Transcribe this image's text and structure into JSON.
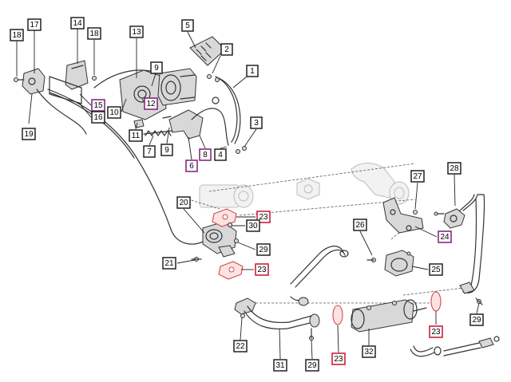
{
  "colors": {
    "label_default": "#222222",
    "label_highlight": "#c8102e",
    "label_alternate": "#7a1f7a"
  },
  "callouts": [
    {
      "id": "c18a",
      "text": "18",
      "variant": "default"
    },
    {
      "id": "c17",
      "text": "17",
      "variant": "default"
    },
    {
      "id": "c14",
      "text": "14",
      "variant": "default"
    },
    {
      "id": "c18b",
      "text": "18",
      "variant": "default"
    },
    {
      "id": "c13",
      "text": "13",
      "variant": "default"
    },
    {
      "id": "c5",
      "text": "5",
      "variant": "default"
    },
    {
      "id": "c2",
      "text": "2",
      "variant": "default"
    },
    {
      "id": "c1",
      "text": "1",
      "variant": "default"
    },
    {
      "id": "c9a",
      "text": "9",
      "variant": "default"
    },
    {
      "id": "c12",
      "text": "12",
      "variant": "alternate"
    },
    {
      "id": "c15",
      "text": "15",
      "variant": "alternate"
    },
    {
      "id": "c16",
      "text": "16",
      "variant": "default"
    },
    {
      "id": "c10",
      "text": "10",
      "variant": "default"
    },
    {
      "id": "c19",
      "text": "19",
      "variant": "default"
    },
    {
      "id": "c11",
      "text": "11",
      "variant": "default"
    },
    {
      "id": "c3",
      "text": "3",
      "variant": "default"
    },
    {
      "id": "c7",
      "text": "7",
      "variant": "default"
    },
    {
      "id": "c9b",
      "text": "9",
      "variant": "default"
    },
    {
      "id": "c8",
      "text": "8",
      "variant": "alternate"
    },
    {
      "id": "c4",
      "text": "4",
      "variant": "default"
    },
    {
      "id": "c6",
      "text": "6",
      "variant": "alternate"
    },
    {
      "id": "c27",
      "text": "27",
      "variant": "default"
    },
    {
      "id": "c28",
      "text": "28",
      "variant": "default"
    },
    {
      "id": "c20",
      "text": "20",
      "variant": "default"
    },
    {
      "id": "c23a",
      "text": "23",
      "variant": "highlight"
    },
    {
      "id": "c30",
      "text": "30",
      "variant": "default"
    },
    {
      "id": "c26",
      "text": "26",
      "variant": "default"
    },
    {
      "id": "c24",
      "text": "24",
      "variant": "alternate"
    },
    {
      "id": "c29a",
      "text": "29",
      "variant": "default"
    },
    {
      "id": "c21",
      "text": "21",
      "variant": "default"
    },
    {
      "id": "c23b",
      "text": "23",
      "variant": "highlight"
    },
    {
      "id": "c25",
      "text": "25",
      "variant": "default"
    },
    {
      "id": "c23c",
      "text": "23",
      "variant": "highlight"
    },
    {
      "id": "c29b",
      "text": "29",
      "variant": "default"
    },
    {
      "id": "c22",
      "text": "22",
      "variant": "default"
    },
    {
      "id": "c31",
      "text": "31",
      "variant": "default"
    },
    {
      "id": "c29c",
      "text": "29",
      "variant": "default"
    },
    {
      "id": "c23d",
      "text": "23",
      "variant": "highlight"
    },
    {
      "id": "c32",
      "text": "32",
      "variant": "default"
    }
  ]
}
